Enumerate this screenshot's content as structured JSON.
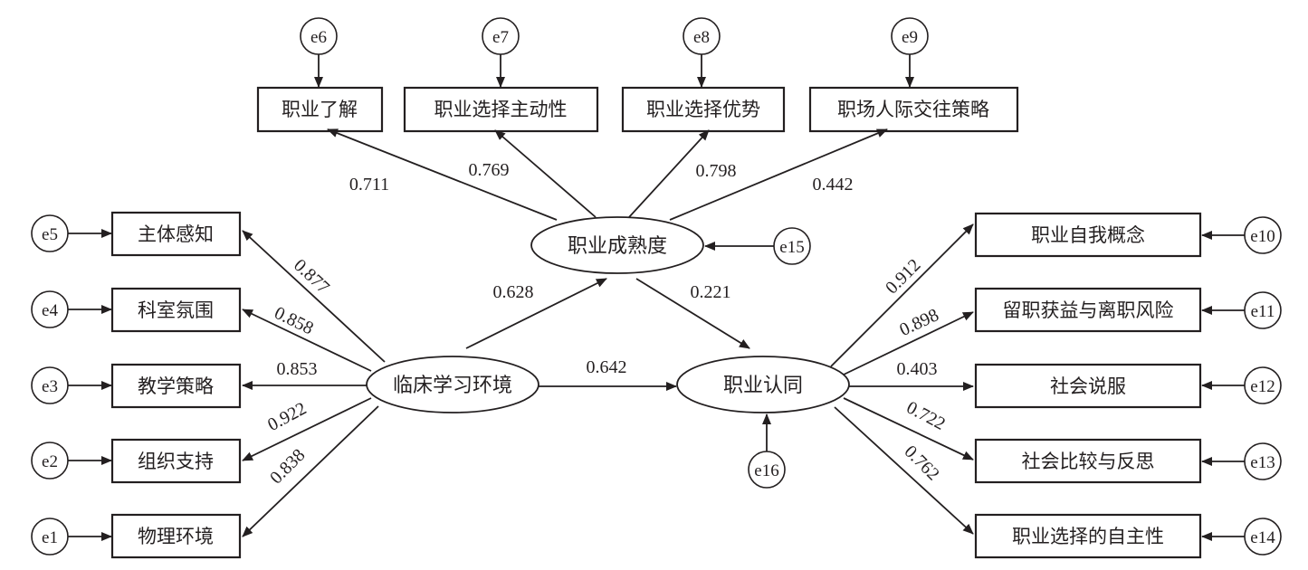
{
  "latent": {
    "maturity": "职业成熟度",
    "environment": "临床学习环境",
    "identity": "职业认同"
  },
  "maturity_indicators": [
    {
      "label": "职业了解",
      "error": "e6",
      "coef": "0.711"
    },
    {
      "label": "职业选择主动性",
      "error": "e7",
      "coef": "0.769"
    },
    {
      "label": "职业选择优势",
      "error": "e8",
      "coef": "0.798"
    },
    {
      "label": "职场人际交往策略",
      "error": "e9",
      "coef": "0.442"
    }
  ],
  "environment_indicators": [
    {
      "label": "主体感知",
      "error": "e5",
      "coef": "0.877"
    },
    {
      "label": "科室氛围",
      "error": "e4",
      "coef": "0.858"
    },
    {
      "label": "教学策略",
      "error": "e3",
      "coef": "0.853"
    },
    {
      "label": "组织支持",
      "error": "e2",
      "coef": "0.922"
    },
    {
      "label": "物理环境",
      "error": "e1",
      "coef": "0.838"
    }
  ],
  "identity_indicators": [
    {
      "label": "职业自我概念",
      "error": "e10",
      "coef": "0.912"
    },
    {
      "label": "留职获益与离职风险",
      "error": "e11",
      "coef": "0.898"
    },
    {
      "label": "社会说服",
      "error": "e12",
      "coef": "0.403"
    },
    {
      "label": "社会比较与反思",
      "error": "e13",
      "coef": "0.722"
    },
    {
      "label": "职业选择的自主性",
      "error": "e14",
      "coef": "0.762"
    }
  ],
  "structural": {
    "env_to_maturity": "0.628",
    "maturity_to_identity": "0.221",
    "env_to_identity": "0.642",
    "maturity_error": "e15",
    "identity_error": "e16"
  }
}
